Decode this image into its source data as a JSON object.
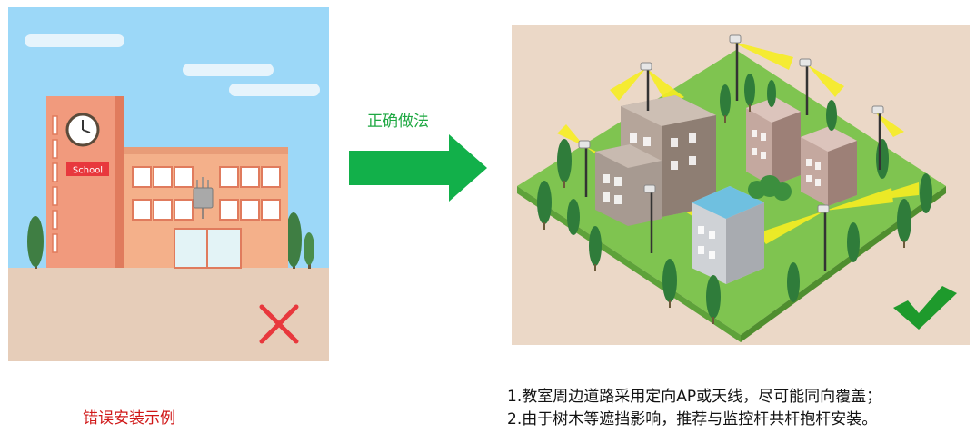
{
  "arrow_label": "正确做法",
  "wrong_caption": "错误安装示例",
  "school_sign": "School",
  "notes": [
    "1.教室周边道路采用定向AP或天线，尽可能同向覆盖；",
    "2.由于树木等遮挡影响，推荐与监控杆共杆抱杆安装。"
  ],
  "colors": {
    "sky": "#9cd8f8",
    "ground": "#e6cdb9",
    "building": "#f4b08a",
    "tower": "#f19a7d",
    "lawn": "#7fc450",
    "beam": "#f7ee22",
    "arrow": "#12b04a",
    "cross": "#e8383d",
    "check": "#1e9a2c"
  },
  "icons": {
    "wrong": "cross-icon",
    "correct": "check-icon",
    "direction": "arrow-right-icon"
  }
}
